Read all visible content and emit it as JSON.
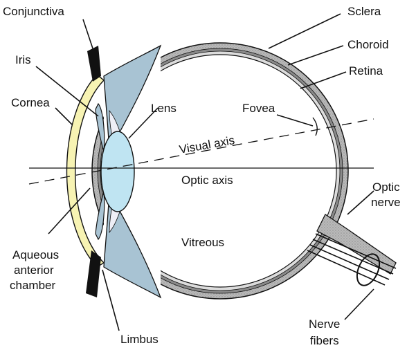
{
  "labels": {
    "conjunctiva": "Conjunctiva",
    "iris": "Iris",
    "cornea": "Cornea",
    "lens": "Lens",
    "fovea": "Fovea",
    "sclera": "Sclera",
    "choroid": "Choroid",
    "retina": "Retina",
    "visual_axis": "Visual axis",
    "optic_axis": "Optic axis",
    "optic_nerve_line1": "Optic",
    "optic_nerve_line2": "nerve",
    "vitreous": "Vitreous",
    "aqueous_line1": "Aqueous",
    "aqueous_line2": "anterior",
    "aqueous_line3": "chamber",
    "limbus": "Limbus",
    "nerve_fibers_line1": "Nerve",
    "nerve_fibers_line2": "fibers"
  },
  "colors": {
    "sclera": "#b9b9b9",
    "choroid": "#8a8a8a",
    "retina": "#dcdcdc",
    "cornea": "#f7f3b3",
    "lens": "#bfe4f2",
    "iris_ciliary": "#a8c3d3",
    "lens_pale": "#eeeef6",
    "conjunctiva": "#111111"
  }
}
